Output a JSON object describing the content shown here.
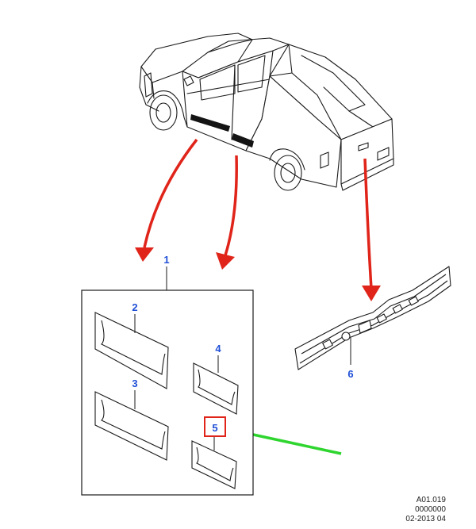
{
  "colors": {
    "callout": "#1f4fd6",
    "line": "#1a1a1a",
    "red_arrow": "#e0241a",
    "green_arrow": "#2fd52f",
    "highlight_box": "#e0241a",
    "molding_fill": "#141414"
  },
  "callouts": {
    "c1": "1",
    "c2": "2",
    "c3": "3",
    "c4": "4",
    "c5": "5",
    "c6": "6"
  },
  "reference": {
    "code": "A01.019",
    "number": "0000000",
    "date": "02-2013 04"
  },
  "icons": [
    "pickup-truck-illustration",
    "red-arrow",
    "green-arrow"
  ]
}
